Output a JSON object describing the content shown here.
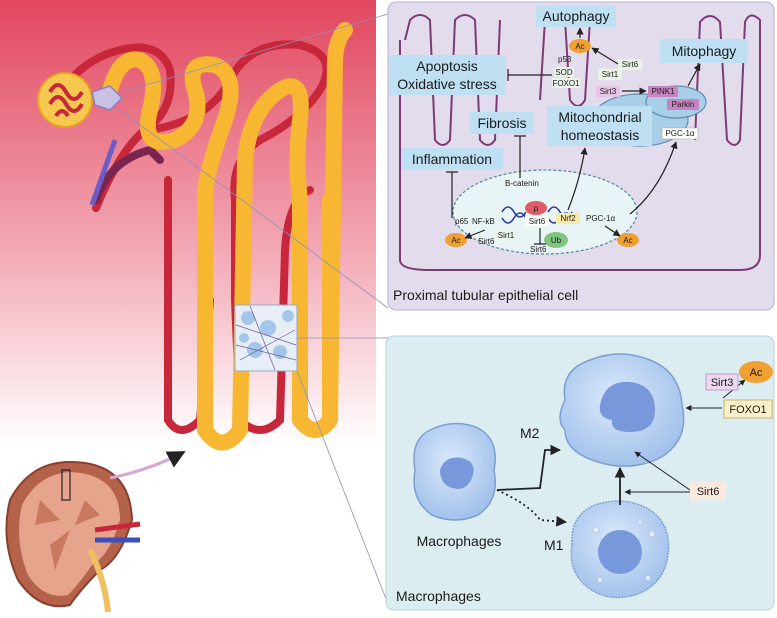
{
  "cell_panel": {
    "caption": "Proximal tubular epithelial cell",
    "boxes": {
      "autophagy": "Autophagy",
      "apoptosis_line1": "Apoptosis",
      "apoptosis_line2": "Oxidative stress",
      "mitophagy": "Mitophagy",
      "fibrosis": "Fibrosis",
      "mito_line1": "Mitochondrial",
      "mito_line2": "homeostasis",
      "inflammation": "Inflammation"
    },
    "labels": {
      "ac": "Ac",
      "sirt6": "Sirt6",
      "sirt1": "Sirt1",
      "sirt3": "Sirt3",
      "p53": "p53",
      "sod": "SOD",
      "foxo1": "FOXO1",
      "pink1": "PINK1",
      "parkin": "Parkin",
      "pgc1a": "PGC-1α",
      "bcatenin": "B-catenin",
      "p": "p",
      "p65": "p65",
      "nfkb": "NF-kB",
      "nrf2": "Nrf2",
      "ub": "Ub"
    }
  },
  "macro_panel": {
    "caption": "Macrophages",
    "cell_label": "Macrophages",
    "m1": "M1",
    "m2": "M2",
    "sirt3": "Sirt3",
    "foxo1": "FOXO1",
    "ac": "Ac",
    "sirt6": "Sirt6"
  },
  "colors": {
    "cell_panel_bg": "#e3dced",
    "macro_panel_bg": "#dcedf1",
    "label_box": "#bfe0f2",
    "ac_badge": "#f0a030",
    "tubule": "#f7b733",
    "vessel": "#c8263a"
  }
}
